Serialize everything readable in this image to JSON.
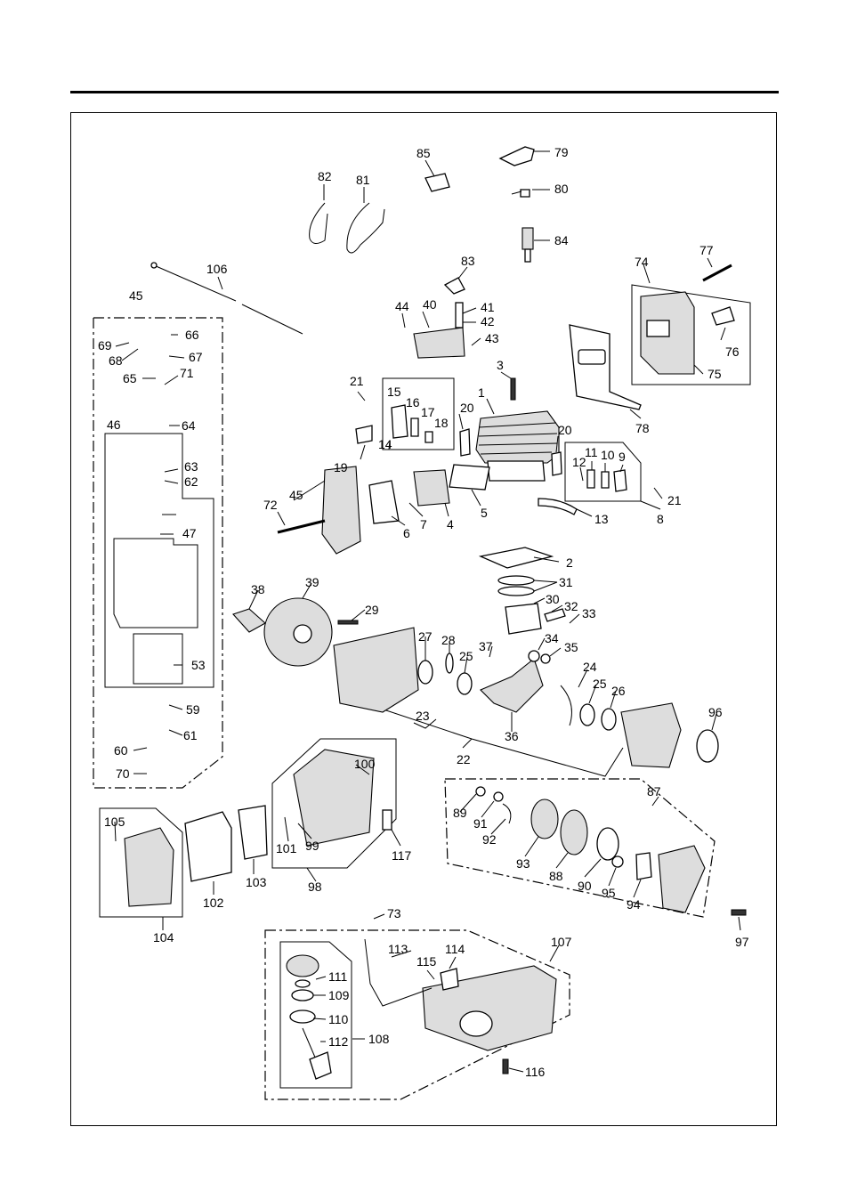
{
  "labels": {
    "p1": "1",
    "p2": "2",
    "p3": "3",
    "p4": "4",
    "p5": "5",
    "p6": "6",
    "p7": "7",
    "p8": "8",
    "p9": "9",
    "p10": "10",
    "p11": "11",
    "p12": "12",
    "p13": "13",
    "p14": "14",
    "p15": "15",
    "p16": "16",
    "p17": "17",
    "p18": "18",
    "p19": "19",
    "p20a": "20",
    "p20b": "20",
    "p21a": "21",
    "p21b": "21",
    "p22": "22",
    "p23": "23",
    "p24": "24",
    "p25a": "25",
    "p25b": "25",
    "p26": "26",
    "p27": "27",
    "p28": "28",
    "p29": "29",
    "p30": "30",
    "p31": "31",
    "p32": "32",
    "p33": "33",
    "p34": "34",
    "p35": "35",
    "p36": "36",
    "p37": "37",
    "p38": "38",
    "p39": "39",
    "p40": "40",
    "p41": "41",
    "p42": "42",
    "p43": "43",
    "p44": "44",
    "p45a": "45",
    "p45b": "45",
    "p46": "46",
    "p47": "47",
    "p53": "53",
    "p59": "59",
    "p60": "60",
    "p61": "61",
    "p62": "62",
    "p63": "63",
    "p64": "64",
    "p65": "65",
    "p66": "66",
    "p67": "67",
    "p68": "68",
    "p69": "69",
    "p70": "70",
    "p71": "71",
    "p72": "72",
    "p73": "73",
    "p74": "74",
    "p75": "75",
    "p76": "76",
    "p77": "77",
    "p78": "78",
    "p79": "79",
    "p80": "80",
    "p81": "81",
    "p82": "82",
    "p83": "83",
    "p84": "84",
    "p85": "85",
    "p87": "87",
    "p88": "88",
    "p89": "89",
    "p90": "90",
    "p91": "91",
    "p92": "92",
    "p93": "93",
    "p94": "94",
    "p95": "95",
    "p96": "96",
    "p97": "97",
    "p98": "98",
    "p99": "99",
    "p100": "100",
    "p101": "101",
    "p102": "102",
    "p103": "103",
    "p104": "104",
    "p105": "105",
    "p106": "106",
    "p107": "107",
    "p108": "108",
    "p109": "109",
    "p110": "110",
    "p111": "111",
    "p112": "112",
    "p113": "113",
    "p114": "114",
    "p115": "115",
    "p116": "116",
    "p117": "117"
  }
}
